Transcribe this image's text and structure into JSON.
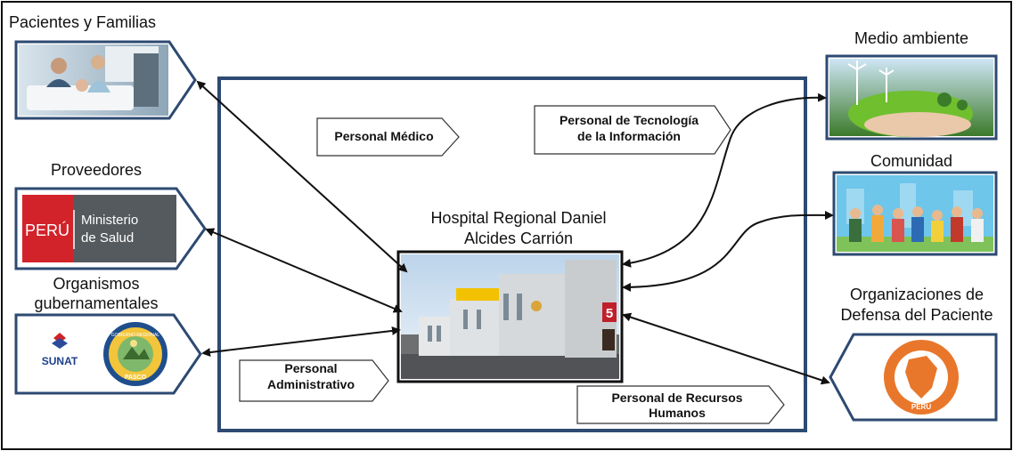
{
  "center": {
    "title_line1": "Hospital Regional Daniel",
    "title_line2": "Alcides Carrión",
    "building_sign": "5"
  },
  "internal": [
    {
      "line1": "Personal Médico",
      "line2": ""
    },
    {
      "line1": "Personal de Tecnología",
      "line2": "de la Información"
    },
    {
      "line1": "Personal",
      "line2": "Administrativo"
    },
    {
      "line1": "Personal de Recursos",
      "line2": "Humanos"
    }
  ],
  "external": {
    "patients": {
      "label": "Pacientes y Familias"
    },
    "suppliers": {
      "label": "Proveedores",
      "logo_text_1": "PERÚ",
      "logo_text_2": "Ministerio",
      "logo_text_3": "de Salud"
    },
    "government": {
      "label_line1": "Organismos",
      "label_line2": "gubernamentales",
      "logo_sunat": "SUNAT",
      "logo_pasco_top": "GOBIERNO REGIONAL",
      "logo_pasco_bottom": "PASCO"
    },
    "environment": {
      "label": "Medio ambiente"
    },
    "community": {
      "label": "Comunidad"
    },
    "patient_orgs": {
      "label_line1": "Organizaciones de",
      "label_line2": "Defensa del Paciente",
      "logo_text": "PERU"
    }
  },
  "colors": {
    "frame_blue": "#2d4a72",
    "arrow": "#111111",
    "minsa_red": "#d2232a",
    "minsa_gray": "#555a5e",
    "community_sky": "#6ec6ea",
    "environment_green": "#6fbf2e",
    "orange_logo": "#e9772b"
  },
  "icons": [
    "patients-photo",
    "minsa-logo",
    "sunat-logo",
    "pasco-seal",
    "environment-photo",
    "community-illustration",
    "defensoria-seal"
  ]
}
